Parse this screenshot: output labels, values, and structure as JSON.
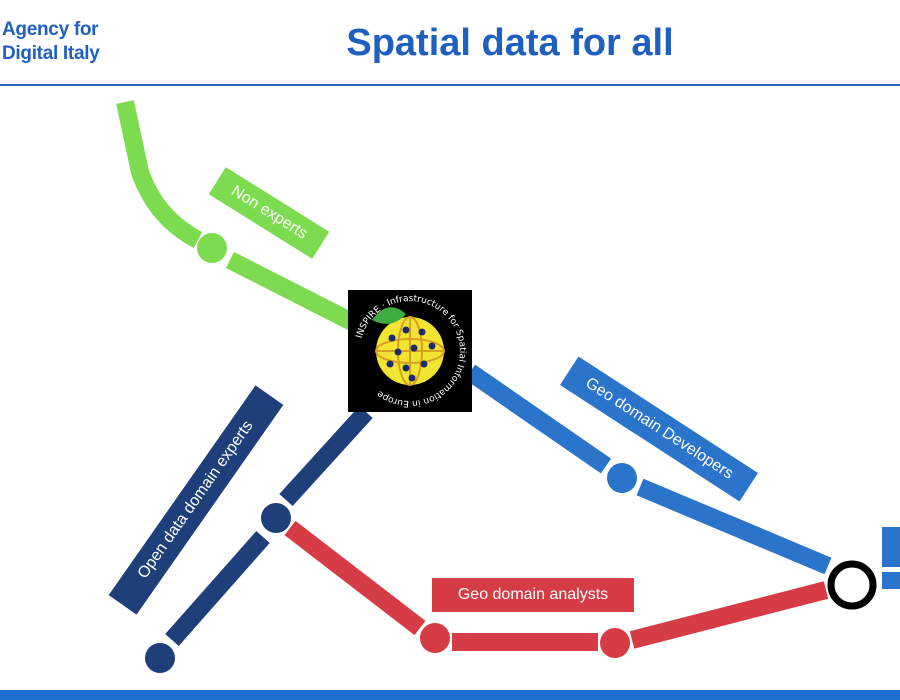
{
  "header": {
    "brand_line1": "Agency for",
    "brand_line2": "Digital Italy",
    "title": "Spatial data for all"
  },
  "lines": {
    "non_experts": "Non experts",
    "geo_developers": "Geo domain Developers",
    "open_data": "Open data domain experts",
    "geo_analysts": "Geo domain analysts"
  },
  "logo": {
    "ring_text": "INSPIRE · Infrastructure for Spatial Information in Europe"
  },
  "colors": {
    "green": "#7ddb4f",
    "blue": "#2a74cc",
    "navy": "#1f3f7a",
    "red": "#d63c46",
    "header_blue": "#1f5fbf"
  }
}
